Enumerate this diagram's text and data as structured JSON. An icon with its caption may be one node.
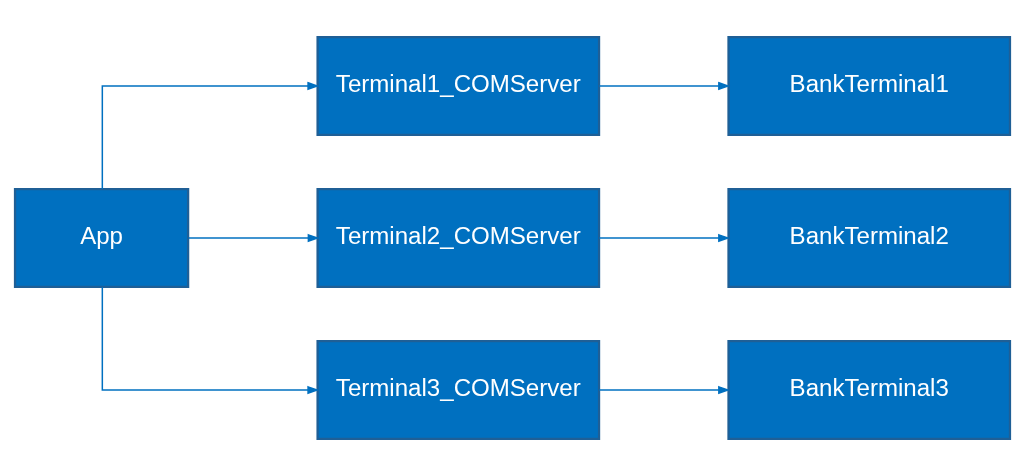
{
  "diagram": {
    "nodes": [
      {
        "text": [
          "App"
        ]
      },
      {
        "text": [
          "Terminal1_COMServer"
        ]
      },
      {
        "text": [
          "Terminal2_COMServer"
        ]
      },
      {
        "text": [
          "Terminal3_COMServer"
        ]
      },
      {
        "text": [
          "BankTerminal1"
        ]
      },
      {
        "text": [
          "BankTerminal2"
        ]
      },
      {
        "text": [
          "BankTerminal3"
        ]
      }
    ],
    "edges": [
      {
        "from": 0,
        "to": 1,
        "arrow": "to"
      },
      {
        "from": 0,
        "to": 2,
        "arrow": "to"
      },
      {
        "from": 0,
        "to": 3,
        "arrow": "to"
      },
      {
        "from": 1,
        "to": 4,
        "arrow": "to"
      },
      {
        "from": 2,
        "to": 5,
        "arrow": "to"
      },
      {
        "from": 3,
        "to": 6,
        "arrow": "to"
      }
    ]
  }
}
